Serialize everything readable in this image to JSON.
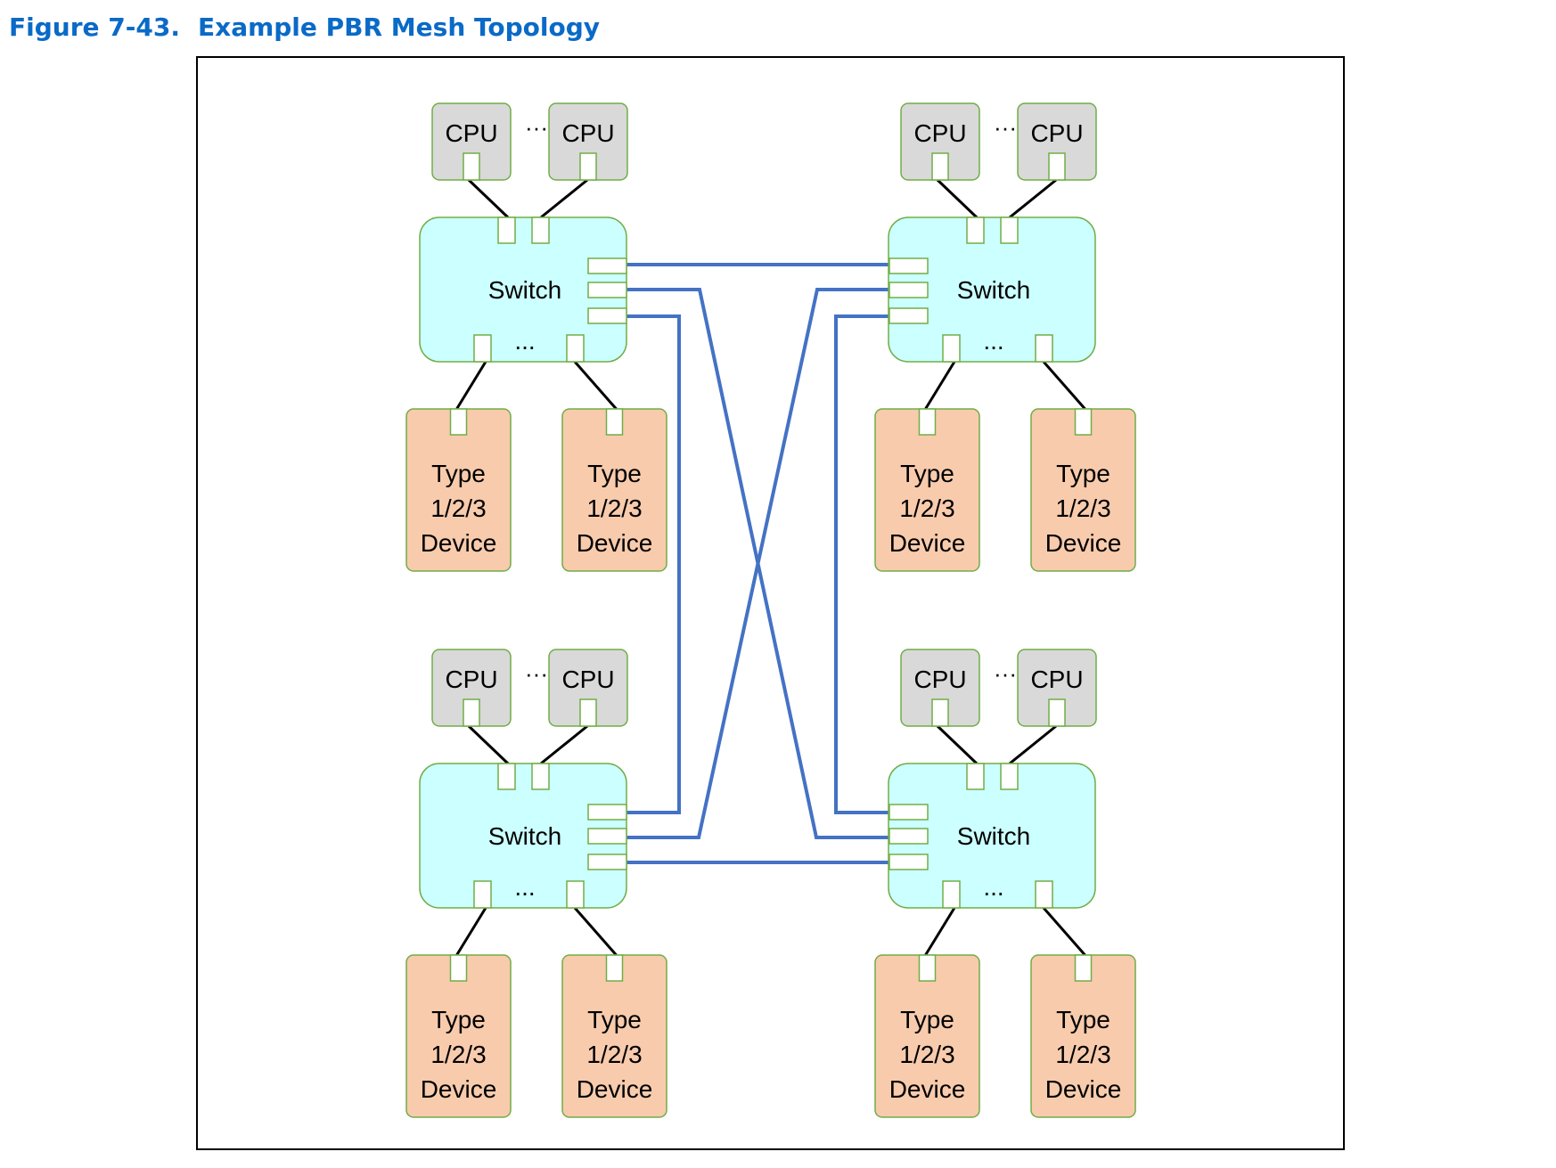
{
  "caption": {
    "number": "Figure 7-43.",
    "title": "Example PBR Mesh Topology"
  },
  "colors": {
    "caption": "#0a6ac7",
    "cpu_fill": "#d9d9d9",
    "switch_fill": "#ccffff",
    "device_fill": "#f8cbad",
    "node_border": "#70ad47",
    "mesh_link": "#4472c4",
    "local_link": "#000000"
  },
  "labels": {
    "cpu": "CPU",
    "switch": "Switch",
    "ellipsis": "...",
    "cpu_ellipsis": "···",
    "device_line1": "Type",
    "device_line2": "1/2/3",
    "device_line3": "Device"
  },
  "clusters": [
    {
      "id": "top-left"
    },
    {
      "id": "top-right"
    },
    {
      "id": "bottom-left"
    },
    {
      "id": "bottom-right"
    }
  ],
  "mesh_links": [
    {
      "from": "top-left",
      "to": "top-right"
    },
    {
      "from": "top-left",
      "to": "bottom-right"
    },
    {
      "from": "top-left",
      "to": "bottom-left"
    },
    {
      "from": "top-right",
      "to": "bottom-left"
    },
    {
      "from": "top-right",
      "to": "bottom-right"
    },
    {
      "from": "bottom-left",
      "to": "bottom-right"
    }
  ]
}
